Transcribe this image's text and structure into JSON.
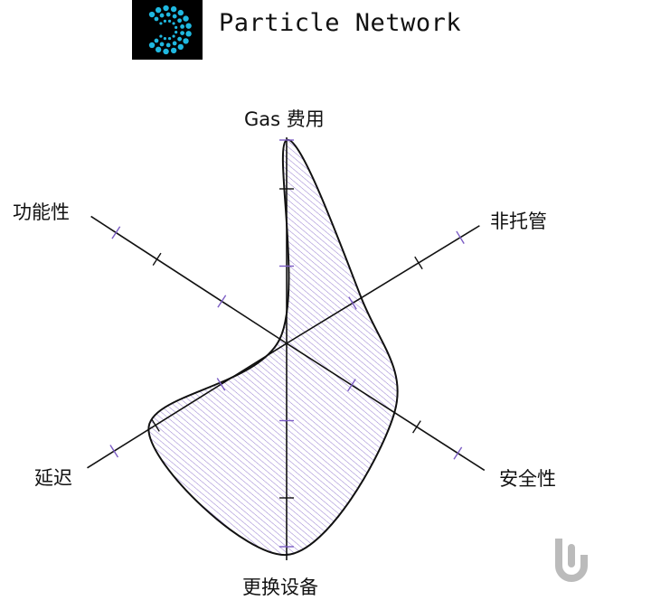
{
  "header": {
    "brand": "Particle Network",
    "logo_color": "#1fb8e0"
  },
  "chart_data": {
    "type": "radar",
    "title": "",
    "axes": [
      "Gas 费用",
      "非托管",
      "安全性",
      "更换设备",
      "延迟",
      "功能性"
    ],
    "range": [
      0,
      10
    ],
    "series": [
      {
        "name": "Particle Network",
        "values": [
          10,
          4.3,
          6.3,
          10.4,
          8,
          0.4
        ],
        "color": "#7b5cc4"
      }
    ]
  }
}
